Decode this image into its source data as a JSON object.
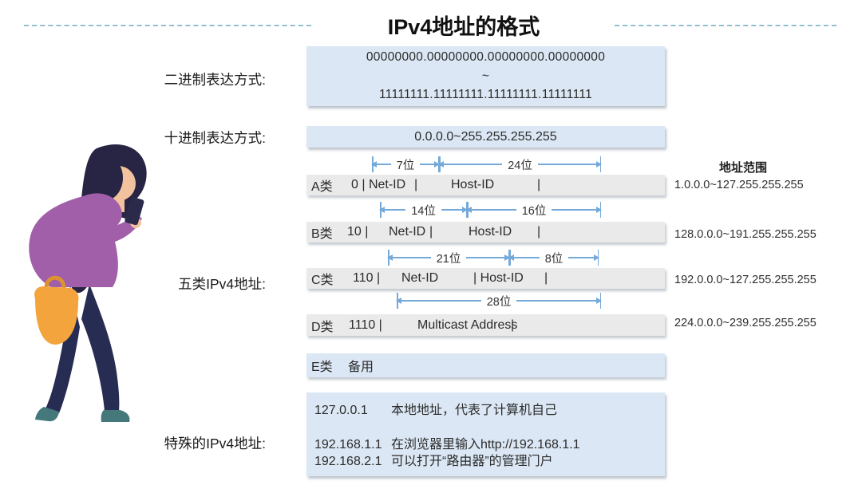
{
  "title": "IPv4地址的格式",
  "colors": {
    "box-blue": "#dbe7f4",
    "row-gray": "#eaeaea",
    "arrow-blue": "#74a9d8",
    "dash": "#93bfce",
    "ink": "#2b2b2b",
    "hair": "#282444",
    "skin": "#f2c19d",
    "sweater": "#a05fa8",
    "phone": "#2b2a4a",
    "pants": "#272c52",
    "shoes": "#44787a",
    "bag": "#f4a43c",
    "bag-dark": "#dd9232"
  },
  "side_labels": {
    "binary": "二进制表达方式:",
    "decimal": "十进制表达方式:",
    "classes": "五类IPv4地址:",
    "special": "特殊的IPv4地址:"
  },
  "binary_box": {
    "line1": "00000000.00000000.00000000.00000000",
    "separator": "~",
    "line2": "11111111.11111111.11111111.11111111"
  },
  "decimal_box": "0.0.0.0~255.255.255.255",
  "range_header": "地址范围",
  "class_rows": [
    {
      "label": "A类",
      "segments": [
        "0 | Net-ID",
        "|",
        "Host-ID",
        "|"
      ],
      "arrows": [
        "7位",
        "24位"
      ],
      "range": "1.0.0.0~127.255.255.255"
    },
    {
      "label": "B类",
      "segments": [
        "10 |",
        "Net-ID",
        "|",
        "Host-ID",
        "|"
      ],
      "arrows": [
        "14位",
        "16位"
      ],
      "range": "128.0.0.0~191.255.255.255"
    },
    {
      "label": "C类",
      "segments": [
        "110 |",
        "Net-ID",
        "| Host-ID",
        "|"
      ],
      "arrows": [
        "21位",
        "8位"
      ],
      "range": "192.0.0.0~127.255.255.255"
    },
    {
      "label": "D类",
      "segments": [
        "1110 |",
        "Multicast Address",
        "|"
      ],
      "arrows": [
        "28位"
      ],
      "range": "224.0.0.0~239.255.255.255"
    },
    {
      "label": "E类",
      "segments": [
        "备用"
      ],
      "arrows": [],
      "range": ""
    }
  ],
  "special_rows": [
    {
      "ip": "127.0.0.1",
      "desc": "本地地址，代表了计算机自己"
    },
    {
      "ip": "192.168.1.1",
      "desc": "在浏览器里输入http://192.168.1.1"
    },
    {
      "ip": "192.168.2.1",
      "desc": "可以打开“路由器”的管理门户"
    }
  ]
}
